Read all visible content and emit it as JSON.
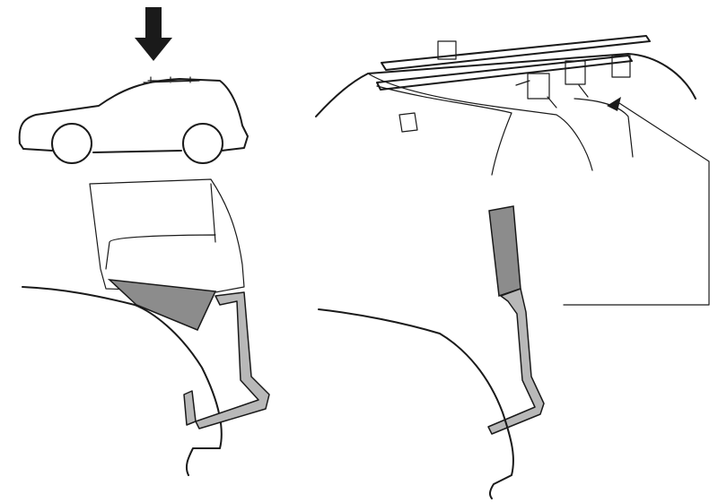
{
  "diagram": {
    "colors": {
      "line": "#1a1a1a",
      "pad": "#8c8c8c",
      "bracket": "#b8b8b8",
      "background": "#ffffff"
    },
    "icons": [
      "down-arrow-icon",
      "pointer-arrow-icon"
    ],
    "panels": [
      "car-side-view",
      "roof-rack-perspective",
      "foot-cross-section-with-pad",
      "foot-cross-section-bracket"
    ]
  }
}
